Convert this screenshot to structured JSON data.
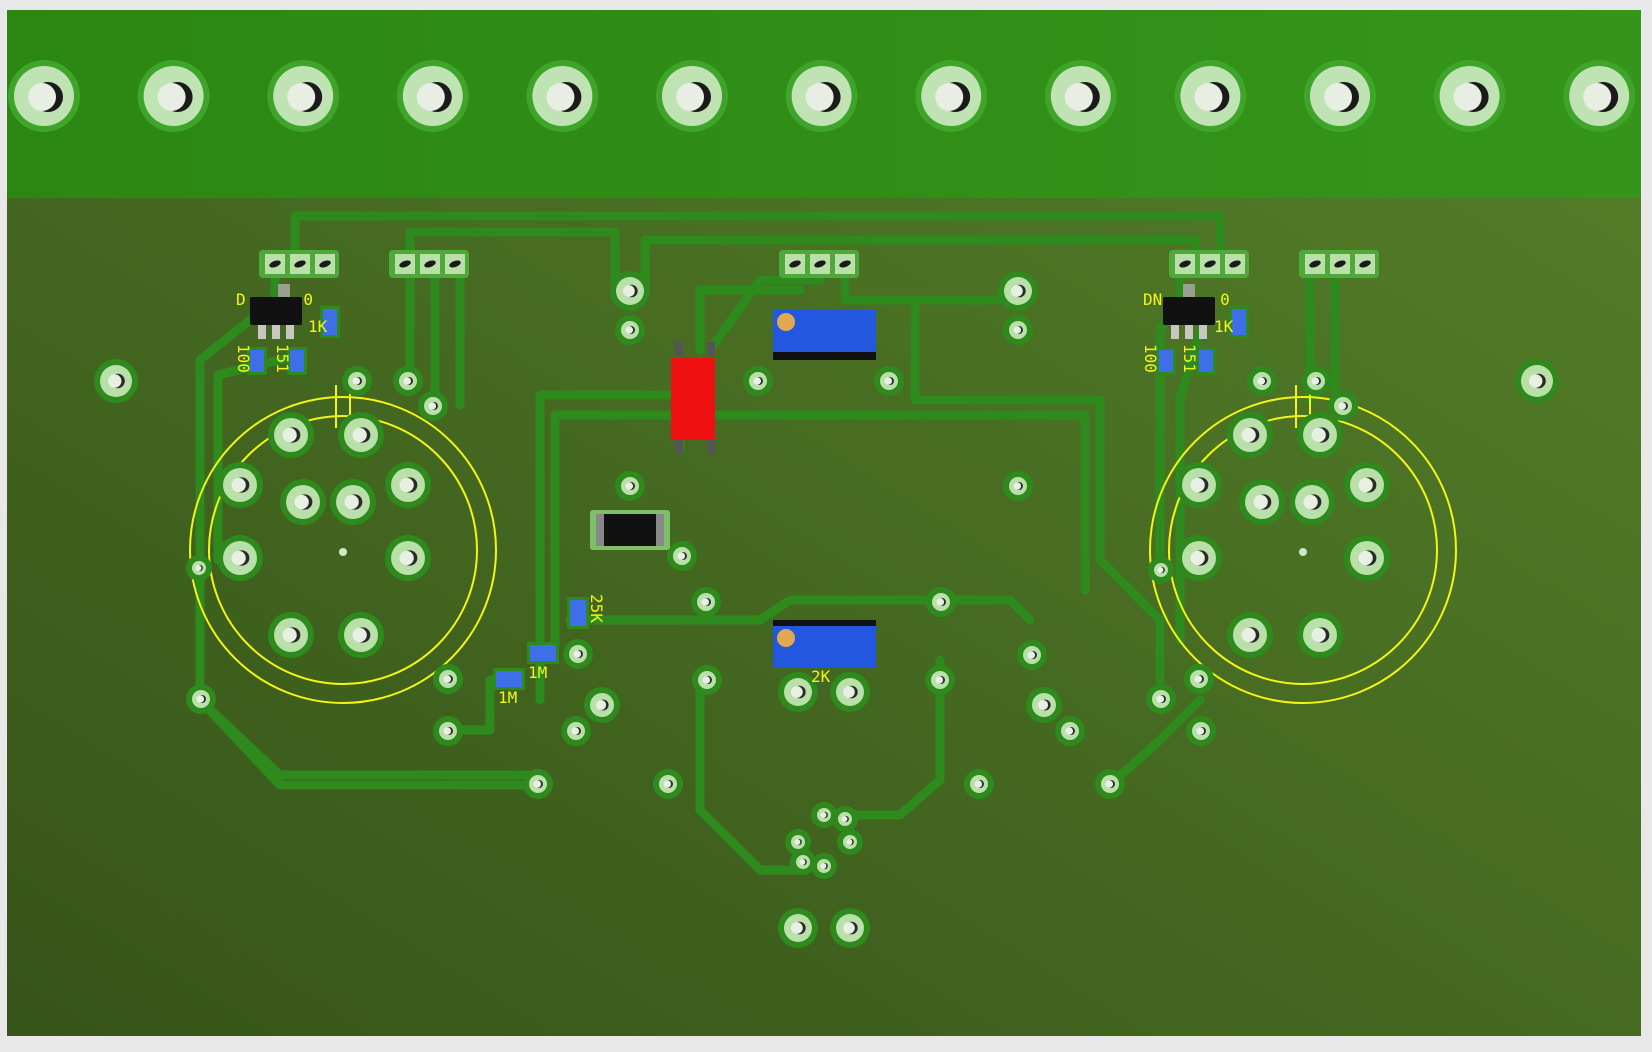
{
  "board": {
    "colors": {
      "background": "#e8e8e8",
      "connector_strip": "#2f8d15",
      "board_dark": "#3a5a1c",
      "board_light": "#4f7a23",
      "trace": "#2e8a1c",
      "pad_ring": "#b8e0a8",
      "silkscreen": "#f3f514",
      "potentiometer": "#2457e0",
      "potentiometer_screw": "#e0a850",
      "capacitor_red": "#ee1111",
      "ic_black": "#111111",
      "smd_blue": "#3f6fe8"
    },
    "labels": {
      "r_1k_left": "1K",
      "r_1k_right": "1K",
      "r_100_left": "100",
      "r_100_right": "100",
      "r_151_left": "151",
      "r_151_right": "151",
      "r_25k": "25K",
      "r_1m_a": "1M",
      "r_1m_b": "1M",
      "pot_2k": "2K",
      "ref_left": "D​      0",
      "ref_right": "DN      0"
    },
    "components": {
      "top_connector_pins": 13,
      "tube_sockets": 2,
      "trimmer_potentiometers": 2,
      "transistors": 2
    }
  }
}
